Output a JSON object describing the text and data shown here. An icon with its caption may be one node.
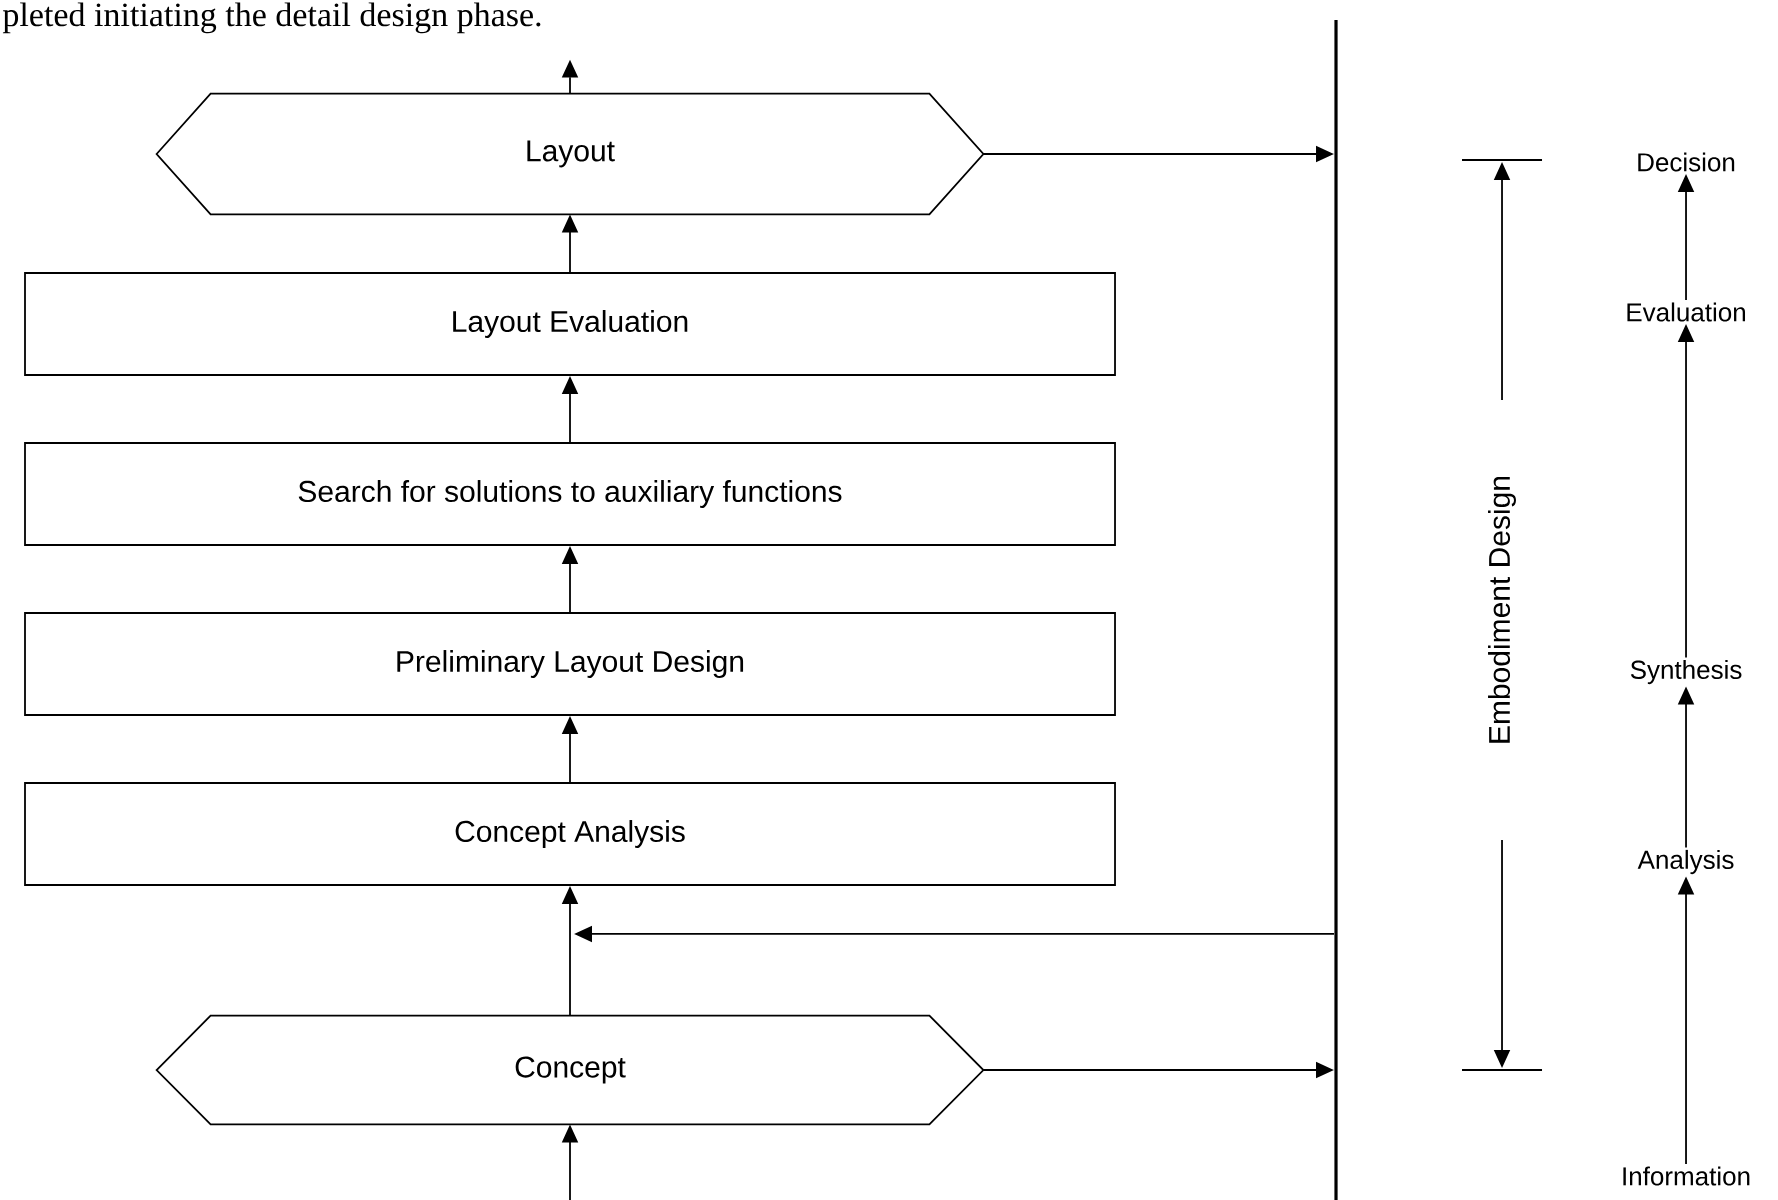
{
  "diagram": {
    "nodes": [
      {
        "text": [
          "Layout"
        ]
      },
      {
        "text": [
          "Layout Evaluation"
        ]
      },
      {
        "text": [
          "Search for solutions to auxiliary functions"
        ]
      },
      {
        "text": [
          "Preliminary Layout Design"
        ]
      },
      {
        "text": [
          "Concept Analysis"
        ]
      },
      {
        "text": [
          "Concept"
        ]
      },
      {
        "text": [],
        "shape": "bar"
      },
      {
        "text": [
          "Decision"
        ]
      },
      {
        "text": [
          "Evaluation"
        ]
      },
      {
        "text": [
          "Synthesis"
        ]
      },
      {
        "text": [
          "Analysis"
        ]
      },
      {
        "text": [
          "Information"
        ]
      }
    ],
    "edges": [
      {
        "from": 0,
        "to": null,
        "arrow": "to"
      },
      {
        "from": 1,
        "to": 0,
        "arrow": "to"
      },
      {
        "from": 2,
        "to": 1,
        "arrow": "to"
      },
      {
        "from": 3,
        "to": 2,
        "arrow": "to"
      },
      {
        "from": 4,
        "to": 3,
        "arrow": "to"
      },
      {
        "from": 5,
        "to": 4,
        "arrow": "to"
      },
      {
        "from": 6,
        "to": 4,
        "arrow": "to"
      },
      {
        "from": null,
        "to": 5,
        "arrow": "to"
      },
      {
        "from": 0,
        "to": 6,
        "arrow": "to"
      },
      {
        "from": 5,
        "to": 6,
        "arrow": "to"
      },
      {
        "from": 11,
        "to": 10,
        "arrow": "to"
      },
      {
        "from": 10,
        "to": 9,
        "arrow": "to"
      },
      {
        "from": 9,
        "to": 8,
        "arrow": "to"
      },
      {
        "from": 8,
        "to": 7,
        "arrow": "to"
      }
    ],
    "labels": [
      "pleted initiating the detail design phase.",
      "Embodiment Design"
    ]
  }
}
